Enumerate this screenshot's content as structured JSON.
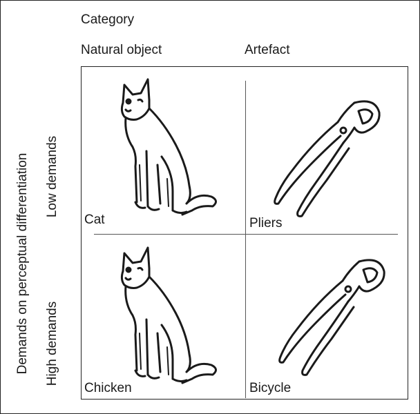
{
  "header": {
    "category": "Category",
    "natural_object": "Natural object",
    "artefact": "Artefact"
  },
  "y_axis": {
    "title": "Demands on perceptual differentiation",
    "low": "Low demands",
    "high": "High demands"
  },
  "cells": {
    "top_left": "Cat",
    "top_right": "Pliers",
    "bottom_left": "Chicken",
    "bottom_right": "Bicycle"
  },
  "icons": {
    "natural": "cat-icon",
    "artefact": "pliers-icon"
  }
}
